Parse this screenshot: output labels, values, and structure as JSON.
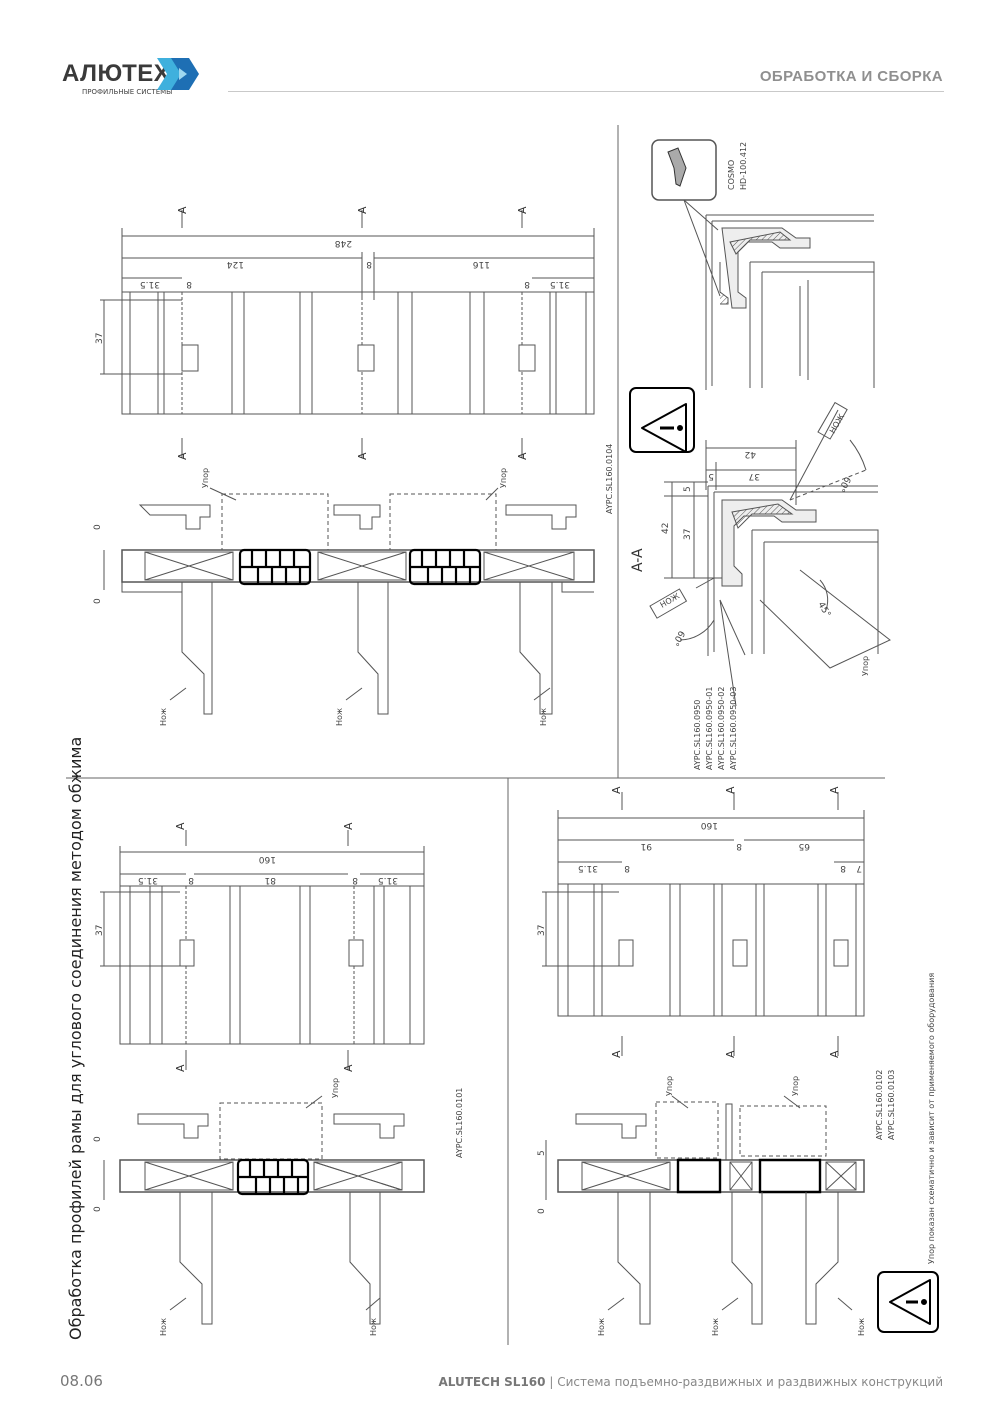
{
  "header": {
    "logo_text": "АЛЮТЕХ",
    "logo_subtext": "ПРОФИЛЬНЫЕ СИСТЕМЫ",
    "section_title": "ОБРАБОТКА И СБОРКА"
  },
  "page_title": "Обработка профилей рамы для углового соединения методом обжима",
  "labels": {
    "section_mark": "A",
    "section_view": "A-A",
    "knife": "Нож",
    "stop": "Упор",
    "knife_box": "НОЖ",
    "tool_brand": "COSMO",
    "tool_code": "HD-100.412",
    "note": "Упор показан схематично и зависит от применяемого оборудования"
  },
  "drawings": {
    "top_left": {
      "tool_code": "AYPC.SL160.0104",
      "dims": [
        "248",
        "124",
        "8",
        "116",
        "31.5",
        "8",
        "8",
        "31.5",
        "37",
        "0",
        "0"
      ]
    },
    "top_right": {
      "tool_codes": [
        "AYPC.SL160.0950",
        "AYPC.SL160.0950-01",
        "AYPC.SL160.0950-02",
        "AYPC.SL160.0950-03"
      ],
      "dims": [
        "42",
        "37",
        "5",
        "5",
        "42",
        "37",
        "60°",
        "60°",
        "45°"
      ]
    },
    "bottom_left": {
      "tool_code": "AYPC.SL160.0101",
      "dims": [
        "160",
        "31.5",
        "8",
        "81",
        "8",
        "31.5",
        "37",
        "0",
        "0"
      ]
    },
    "bottom_right": {
      "tool_codes": [
        "AYPC.SL160.0102",
        "AYPC.SL160.0103"
      ],
      "dims": [
        "160",
        "91",
        "8",
        "65",
        "31.5",
        "8",
        "8",
        "7",
        "37",
        "5",
        "0"
      ]
    }
  },
  "footer": {
    "page_number": "08.06",
    "product": "ALUTECH SL160",
    "separator": "|",
    "description": "Система подъемно-раздвижных и раздвижных конструкций"
  }
}
